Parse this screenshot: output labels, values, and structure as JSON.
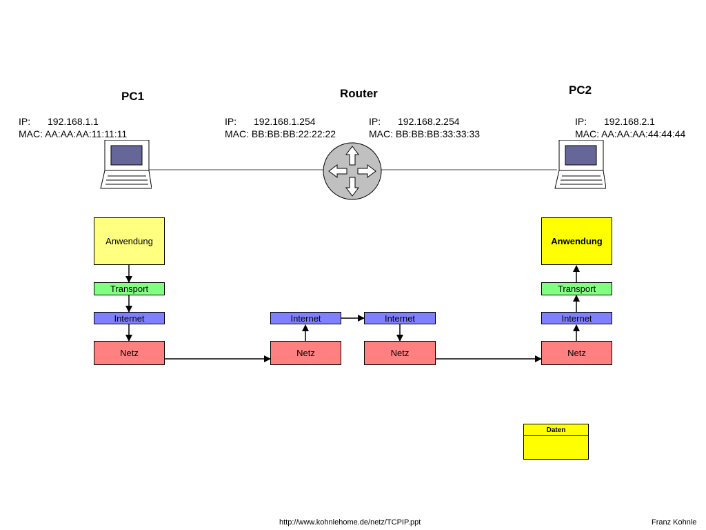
{
  "nodes": {
    "pc1": {
      "title": "PC1",
      "ip_label": "IP:",
      "ip": "192.168.1.1",
      "mac_label": "MAC:",
      "mac": "AA:AA:AA:11:11:11"
    },
    "router": {
      "title": "Router",
      "if1": {
        "ip_label": "IP:",
        "ip": "192.168.1.254",
        "mac_label": "MAC:",
        "mac": "BB:BB:BB:22:22:22"
      },
      "if2": {
        "ip_label": "IP:",
        "ip": "192.168.2.254",
        "mac_label": "MAC:",
        "mac": "BB:BB:BB:33:33:33"
      }
    },
    "pc2": {
      "title": "PC2",
      "ip_label": "IP:",
      "ip": "192.168.2.1",
      "mac_label": "MAC:",
      "mac": "AA:AA:AA:44:44:44"
    }
  },
  "stacks": {
    "pc1": {
      "application": "Anwendung",
      "transport": "Transport",
      "internet": "Internet",
      "network": "Netz"
    },
    "router_left": {
      "internet": "Internet",
      "network": "Netz"
    },
    "router_right": {
      "internet": "Internet",
      "network": "Netz"
    },
    "pc2": {
      "application": "Anwendung",
      "transport": "Transport",
      "internet": "Internet",
      "network": "Netz"
    }
  },
  "legend": {
    "data_label": "Daten"
  },
  "footer": {
    "url": "http://www.kohnlehome.de/netz/TCPIP.ppt",
    "author": "Franz Kohnle"
  },
  "colors": {
    "application": "#ffff80",
    "application_active": "#ffff00",
    "transport": "#80ff80",
    "internet": "#8080ff",
    "network": "#ff8080",
    "screen": "#666699"
  }
}
